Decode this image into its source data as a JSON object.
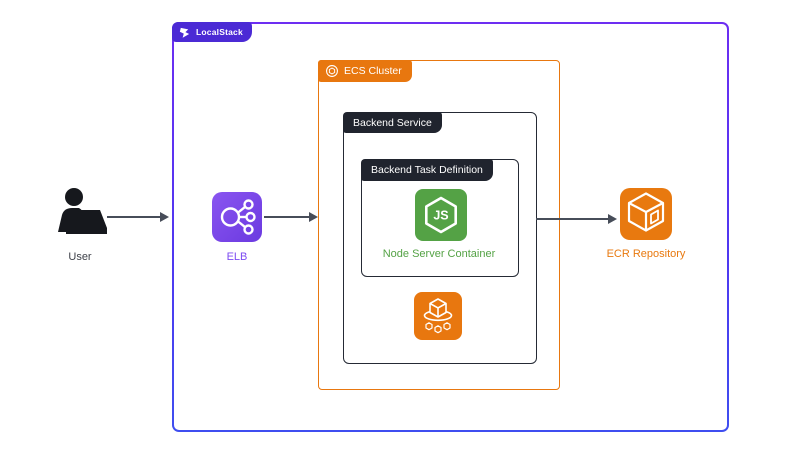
{
  "diagram": {
    "localstack": {
      "label": "LocalStack"
    },
    "ecs_cluster": {
      "label": "ECS Cluster"
    },
    "backend_service": {
      "label": "Backend Service"
    },
    "backend_task_definition": {
      "label": "Backend Task Definition"
    },
    "nodes": {
      "user": {
        "label": "User",
        "icon": "user-at-laptop-icon"
      },
      "elb": {
        "label": "ELB",
        "icon": "elastic-load-balancer-icon"
      },
      "node_server": {
        "label": "Node Server Container",
        "icon": "nodejs-icon"
      },
      "ecs_task": {
        "icon": "ecs-task-icon"
      },
      "ecr": {
        "label": "ECR Repository",
        "icon": "ecr-repository-icon"
      }
    },
    "edges": [
      {
        "from": "user",
        "to": "localstack"
      },
      {
        "from": "elb",
        "to": "ecs_cluster"
      },
      {
        "from": "backend_service",
        "to": "ecr"
      }
    ],
    "colors": {
      "aws_orange": "#E8770F",
      "dark_badge": "#20242E",
      "localstack_purple": "#4B2AD5",
      "outer_border_gradient_top": "#6D2EF2",
      "outer_border_gradient_bottom": "#3F4EF0",
      "arrow_gray": "#474D59",
      "node_green": "#54A245",
      "elb_purple": "#7C4BF2",
      "ecr_orange": "#E8790F"
    }
  }
}
